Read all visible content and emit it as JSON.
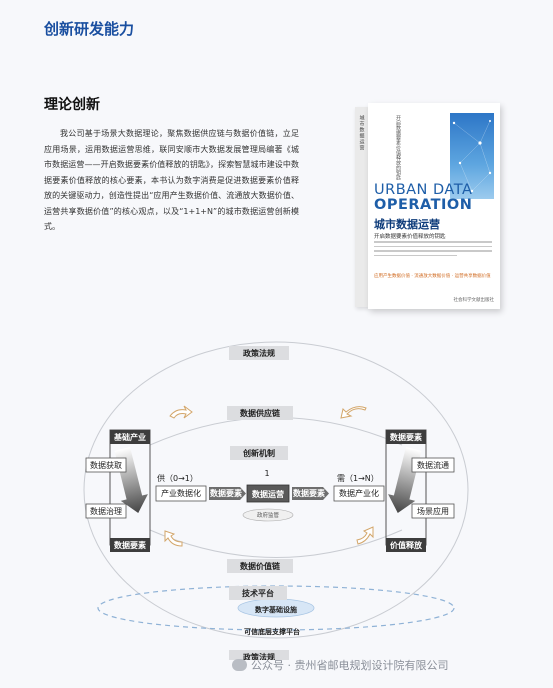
{
  "header": {
    "title": "创新研发能力"
  },
  "section": {
    "title": "理论创新",
    "paragraph": "我公司基于场景大数据理论，聚焦数据供应链与数据价值链，立足应用场景，运用数据运营思维，联同安顺市大数据发展管理局编著《城市数据运营——开启数据要素价值释放的钥匙》，探索智慧城市建设中数据要素价值释放的核心要素，本书认为数字消费是促进数据要素价值释放的关键驱动力，创造性提出“应用产生数据价值、流通放大数据价值、运营共享数据价值”的核心观点，以及“1+1+N”的城市数据运营创新模式。"
  },
  "book": {
    "spine": "城市数据运营",
    "side_text": "开启数据要素价值释放的钥匙",
    "urban": "URBAN DATA",
    "operation": "OPERATION",
    "cn_title": "城市数据运营",
    "cn_subtitle": "开启数据要素价值释放的钥匙",
    "tagline": "应用产生数据价值 · 流通放大数据价值 · 运营共享数据价值",
    "publisher": "社会科学文献出版社"
  },
  "diagram": {
    "top_policy": "政策法规",
    "supply_chain": "数据供应链",
    "innovation": "创新机制",
    "value_chain": "数据价值链",
    "tech_platform": "技术平台",
    "digital_infra": "数字基础设施",
    "trusted_base": "可信底层支撑平台",
    "bottom_policy": "政策法规",
    "left_top": "基础产业",
    "left_bottom": "数据要素",
    "right_top": "数据要素",
    "right_bottom": "价值释放",
    "left_items": [
      "数据获取",
      "数据治理"
    ],
    "right_items": [
      "数据流通",
      "场景应用"
    ],
    "supply_label": "供（0→1）",
    "demand_label": "需（1→N）",
    "center_num": "1",
    "industrialize": "产业数据化",
    "data_element_left": "数据要素",
    "center": "数据运营",
    "data_element_right": "数据要素",
    "data_industry": "数据产业化",
    "supervision": "政府监管"
  },
  "watermark": "公众号 · 贵州省邮电规划设计院有限公司"
}
